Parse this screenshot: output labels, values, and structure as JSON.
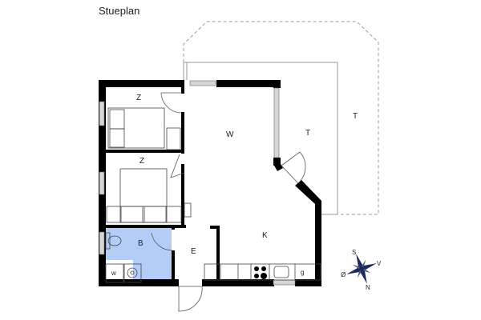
{
  "plan": {
    "title": "Stueplan",
    "rooms": [
      {
        "id": "bedroom-1",
        "label": "Z"
      },
      {
        "id": "bedroom-2",
        "label": "Z"
      },
      {
        "id": "living-room",
        "label": "W"
      },
      {
        "id": "terrace-inner",
        "label": "T"
      },
      {
        "id": "terrace-outer",
        "label": "T"
      },
      {
        "id": "kitchen",
        "label": "K"
      },
      {
        "id": "bathroom",
        "label": "B"
      },
      {
        "id": "entrance",
        "label": "E"
      },
      {
        "id": "washer",
        "label": "w"
      },
      {
        "id": "fridge",
        "label": "g"
      }
    ],
    "compass": {
      "n": "N",
      "s": "S",
      "v": "V",
      "o": "Ø"
    },
    "colors": {
      "wall": "#000000",
      "bathroom": "#b3cdf7",
      "window": "#cccccc",
      "compass": "#1f2a5c"
    }
  }
}
